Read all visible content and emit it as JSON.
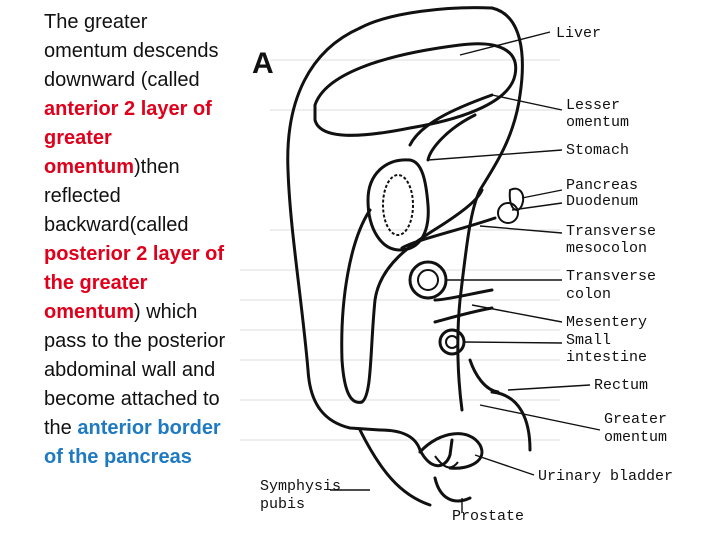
{
  "description_text": {
    "t1": "The greater omentum descends downward (called ",
    "t2": "anterior 2 layer of greater omentum",
    "t3": ")then reflected backward(called ",
    "t4": "posterior 2 layer of the greater omentum",
    "t5": ") which pass to the posterior abdominal wall and become attached to the ",
    "t6": "anterior border of the pancreas"
  },
  "colors": {
    "text": "#111111",
    "highlight_red": "#e0001b",
    "highlight_blue": "#1f7ac2"
  },
  "diagram": {
    "figure_letter": "A",
    "labels": {
      "liver": "Liver",
      "lesser_omentum_1": "Lesser",
      "lesser_omentum_2": "omentum",
      "stomach": "Stomach",
      "pancreas": "Pancreas",
      "duodenum": "Duodenum",
      "transverse_mesocolon_1": "Transverse",
      "transverse_mesocolon_2": "mesocolon",
      "transverse_colon_1": "Transverse",
      "transverse_colon_2": "colon",
      "mesentery": "Mesentery",
      "small_intestine_1": "Small",
      "small_intestine_2": "intestine",
      "rectum": "Rectum",
      "greater_omentum_1": "Greater",
      "greater_omentum_2": "omentum",
      "urinary_bladder": "Urinary bladder",
      "symphysis_pubis_1": "Symphysis",
      "symphysis_pubis_2": "pubis",
      "prostate": "Prostate"
    }
  }
}
